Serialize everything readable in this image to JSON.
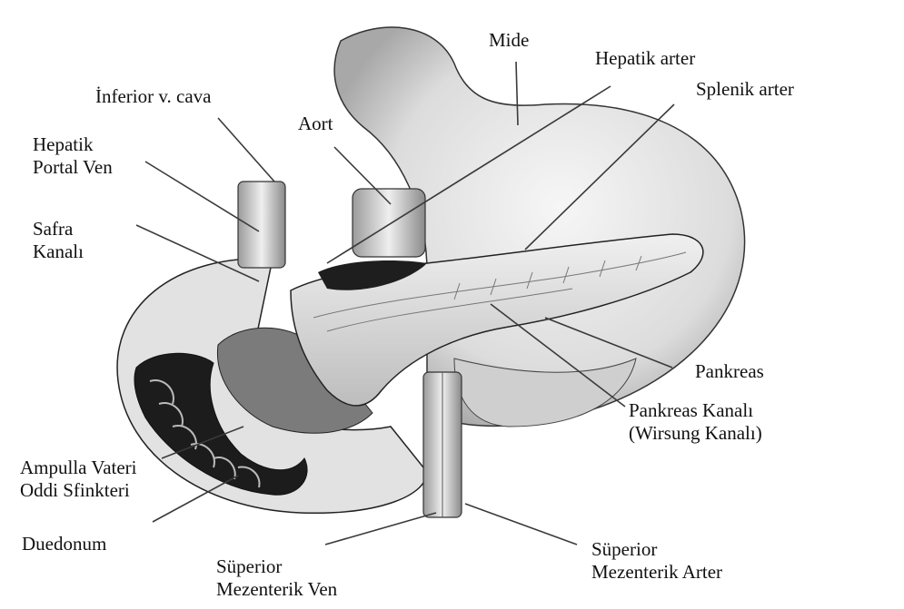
{
  "labels": {
    "mide": "Mide",
    "hepatik_arter": "Hepatik arter",
    "splenik_arter": "Splenik arter",
    "inferior_v_cava": "İnferior v. cava",
    "aort": "Aort",
    "hepatik_portal_ven": "Hepatik\nPortal Ven",
    "safra_kanali": "Safra\nKanalı",
    "pankreas": "Pankreas",
    "pankreas_kanali": "Pankreas Kanalı\n(Wirsung Kanalı)",
    "ampulla_vateri": "Ampulla Vateri\nOddi Sfinkteri",
    "duedonum": "Duedonum",
    "superior_mezenterik_ven": "Süperior\nMezenterik Ven",
    "superior_mezenterik_arter": "Süperior\nMezenterik Arter"
  },
  "colors": {
    "line": "#3a3a3a",
    "organ_fill": "#e9e9e9",
    "organ_stroke": "#222222",
    "pancreas_fill": "#d6d6d6",
    "duodenum_dark": "#1c1c1c"
  }
}
